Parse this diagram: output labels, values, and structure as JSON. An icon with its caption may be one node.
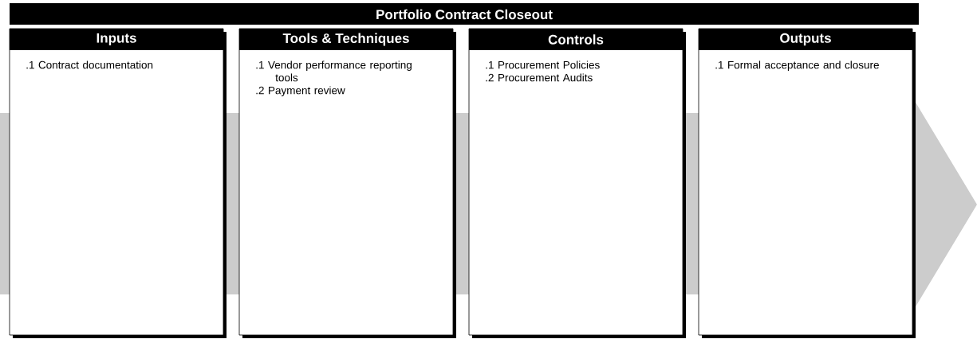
{
  "diagram": {
    "title": "Portfolio Contract Closeout",
    "nodes": [
      {
        "text": [
          "Inputs",
          ".1 Contract documentation"
        ]
      },
      {
        "text": [
          "Tools & Techniques",
          ".1 Vendor performance reporting tools",
          ".2 Payment review"
        ]
      },
      {
        "text": [
          "Controls",
          ".1 Procurement Policies",
          ".2 Procurement Audits"
        ]
      },
      {
        "text": [
          "Outputs",
          ".1 Formal acceptance and closure"
        ]
      }
    ],
    "edges": []
  }
}
